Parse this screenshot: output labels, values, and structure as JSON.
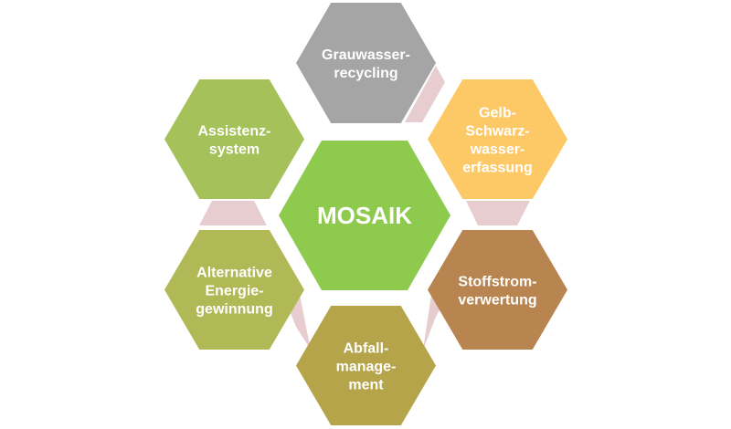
{
  "center": {
    "label": "MOSAIK",
    "color": "#8dca4d"
  },
  "modules": [
    {
      "id": "grauwasser",
      "lines": [
        "Grauwasser-",
        "recycling"
      ],
      "color": "#a5a5a5"
    },
    {
      "id": "gelb-schwarz",
      "lines": [
        "Gelb-",
        "Schwarz-",
        "wasser-",
        "erfassung"
      ],
      "color": "#fdc967"
    },
    {
      "id": "stoffstrom",
      "lines": [
        "Stoffstrom-",
        "verwertung"
      ],
      "color": "#b8844f"
    },
    {
      "id": "abfall",
      "lines": [
        "Abfall-",
        "manage-",
        "ment"
      ],
      "color": "#b5a449"
    },
    {
      "id": "energie",
      "lines": [
        "Alternative",
        "Energie-",
        "gewinnung"
      ],
      "color": "#b0b956"
    },
    {
      "id": "assistenz",
      "lines": [
        "Assistenz-",
        "system"
      ],
      "color": "#a4c15a"
    }
  ],
  "connector_color": "#e8cdd0"
}
